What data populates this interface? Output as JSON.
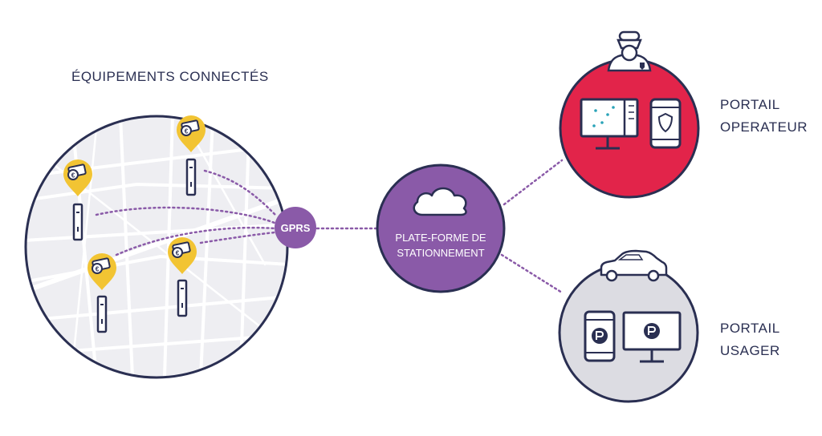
{
  "diagram": {
    "devices_title": "ÉQUIPEMENTS CONNECTÉS",
    "gprs_label": "GPRS",
    "platform_line1": "PLATE-FORME DE",
    "platform_line2": "STATIONNEMENT",
    "operator_portal_line1": "PORTAIL",
    "operator_portal_line2": "OPERATEUR",
    "user_portal_line1": "PORTAIL",
    "user_portal_line2": "USAGER"
  },
  "colors": {
    "navy": "#2a2f52",
    "purple": "#8a5aa8",
    "red": "#e2244a",
    "yellow": "#f2c433",
    "map_grey": "#eeeef2",
    "user_grey": "#dcdce2"
  },
  "icons": [
    "euro-ticket-pin-icon",
    "parking-meter-icon",
    "cloud-icon",
    "police-officer-icon",
    "desktop-monitor-icon",
    "smartphone-icon",
    "shield-icon",
    "car-icon",
    "portal-logo-icon"
  ]
}
